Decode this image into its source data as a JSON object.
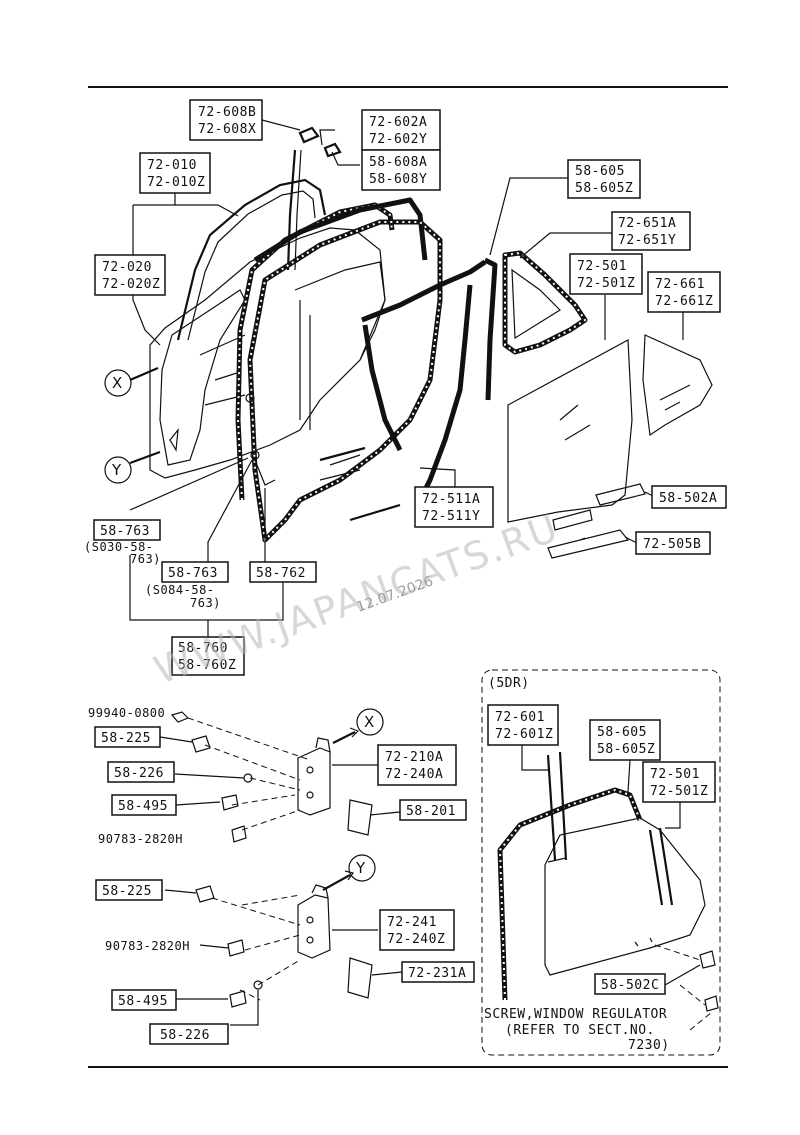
{
  "labels": {
    "lbl_72_608": [
      "72-608B",
      "72-608X"
    ],
    "lbl_72_602": [
      "72-602A",
      "72-602Y"
    ],
    "lbl_58_608": [
      "58-608A",
      "58-608Y"
    ],
    "lbl_72_010": [
      "72-010",
      "72-010Z"
    ],
    "lbl_72_020": [
      "72-020",
      "72-020Z"
    ],
    "lbl_58_605_top": [
      "58-605",
      "58-605Z"
    ],
    "lbl_72_651": [
      "72-651A",
      "72-651Y"
    ],
    "lbl_72_501_top": [
      "72-501",
      "72-501Z"
    ],
    "lbl_72_661": [
      "72-661",
      "72-661Z"
    ],
    "lbl_58_502A": "58-502A",
    "lbl_72_505B": "72-505B",
    "lbl_72_511": [
      "72-511A",
      "72-511Y"
    ],
    "lbl_58_763_a": "58-763",
    "note_58_763_a": [
      "(S030-58-",
      "763)"
    ],
    "lbl_58_763_b": "58-763",
    "note_58_763_b": [
      "(S084-58-",
      "763)"
    ],
    "lbl_58_762": "58-762",
    "lbl_58_760": [
      "58-760",
      "58-760Z"
    ],
    "txt_99940": "99940-0800",
    "lbl_58_225_a": "58-225",
    "lbl_58_226_a": "58-226",
    "lbl_58_495_a": "58-495",
    "txt_90783_a": "90783-2820H",
    "lbl_72_210A": [
      "72-210A",
      "72-240A"
    ],
    "lbl_58_201": "58-201",
    "lbl_58_225_b": "58-225",
    "txt_90783_b": "90783-2820H",
    "lbl_58_495_b": "58-495",
    "lbl_58_226_b": "58-226",
    "lbl_72_241": [
      "72-241",
      "72-240Z"
    ],
    "lbl_72_231A": "72-231A",
    "sdr_title": "(5DR)",
    "lbl_72_601": [
      "72-601",
      "72-601Z"
    ],
    "lbl_58_605_sdr": [
      "58-605",
      "58-605Z"
    ],
    "lbl_72_501_sdr": [
      "72-501",
      "72-501Z"
    ],
    "lbl_58_502C": "58-502C",
    "screw_note": [
      "SCREW,WINDOW REGULATOR",
      "(REFER TO SECT.NO.",
      "7230)"
    ],
    "circle_x": "X",
    "circle_y": "Y",
    "watermark": "WWW.JAPANCATS.RU",
    "date_stamp": "12.07.2026"
  }
}
